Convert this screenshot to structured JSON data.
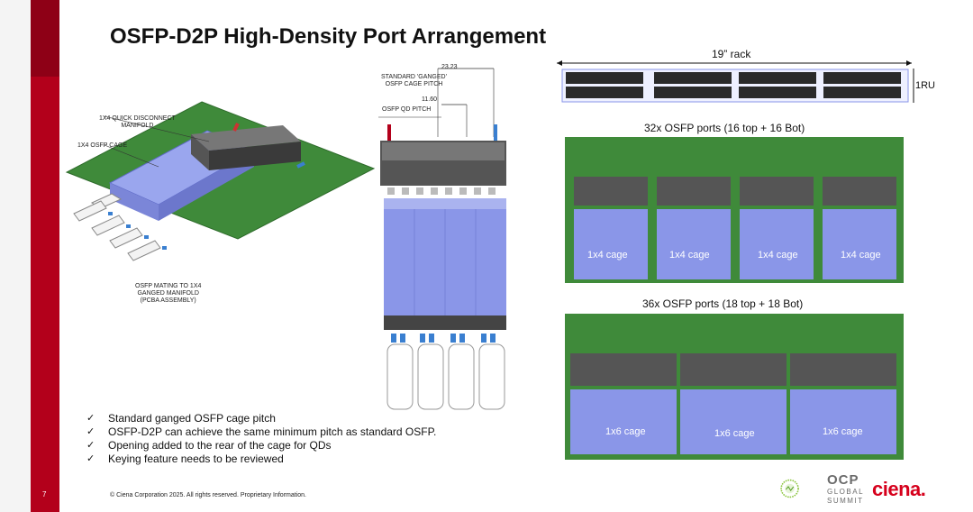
{
  "slide": {
    "number": "7",
    "title": "OSFP-D2P High-Density Port Arrangement",
    "footer": "© Ciena Corporation 2025. All rights reserved. Proprietary Information."
  },
  "left_figure": {
    "label_manifold": "1X4 QUICK DISCONNECT\nMANIFOLD",
    "label_cage": "1X4 OSFP CAGE",
    "caption": "OSFP MATING TO 1X4\nGANGED MANIFOLD\n(PCBA ASSEMBLY)"
  },
  "middle_figure": {
    "dim_ganged": "23.23",
    "label_ganged": "STANDARD 'GANGED'\nOSFP CAGE PITCH",
    "dim_qd": "11.60",
    "label_qd": "OSFP QD PITCH"
  },
  "rack": {
    "width_label": "19” rack",
    "height_label": "1RU"
  },
  "board_32": {
    "heading": "32x OSFP ports (16 top + 16 Bot)",
    "cages": [
      "1x4 cage",
      "1x4 cage",
      "1x4 cage",
      "1x4 cage"
    ]
  },
  "board_36": {
    "heading": "36x OSFP ports (18 top + 18 Bot)",
    "cages": [
      "1x6 cage",
      "1x6 cage",
      "1x6 cage"
    ]
  },
  "bullets": [
    "Standard ganged OSFP cage pitch",
    "OSFP-D2P can achieve the same minimum pitch as standard OSFP.",
    "Opening added to the rear of the cage for QDs",
    "Keying feature needs to be reviewed"
  ],
  "logos": {
    "ocp_name": "OCP",
    "ocp_sub": "GLOBAL\nSUMMIT",
    "ciena": "ciena."
  },
  "colors": {
    "accent_red": "#b3001b",
    "pcb_green": "#3f8a3a",
    "cage_blue": "#8a96e8",
    "ciena_red": "#d6001c"
  }
}
